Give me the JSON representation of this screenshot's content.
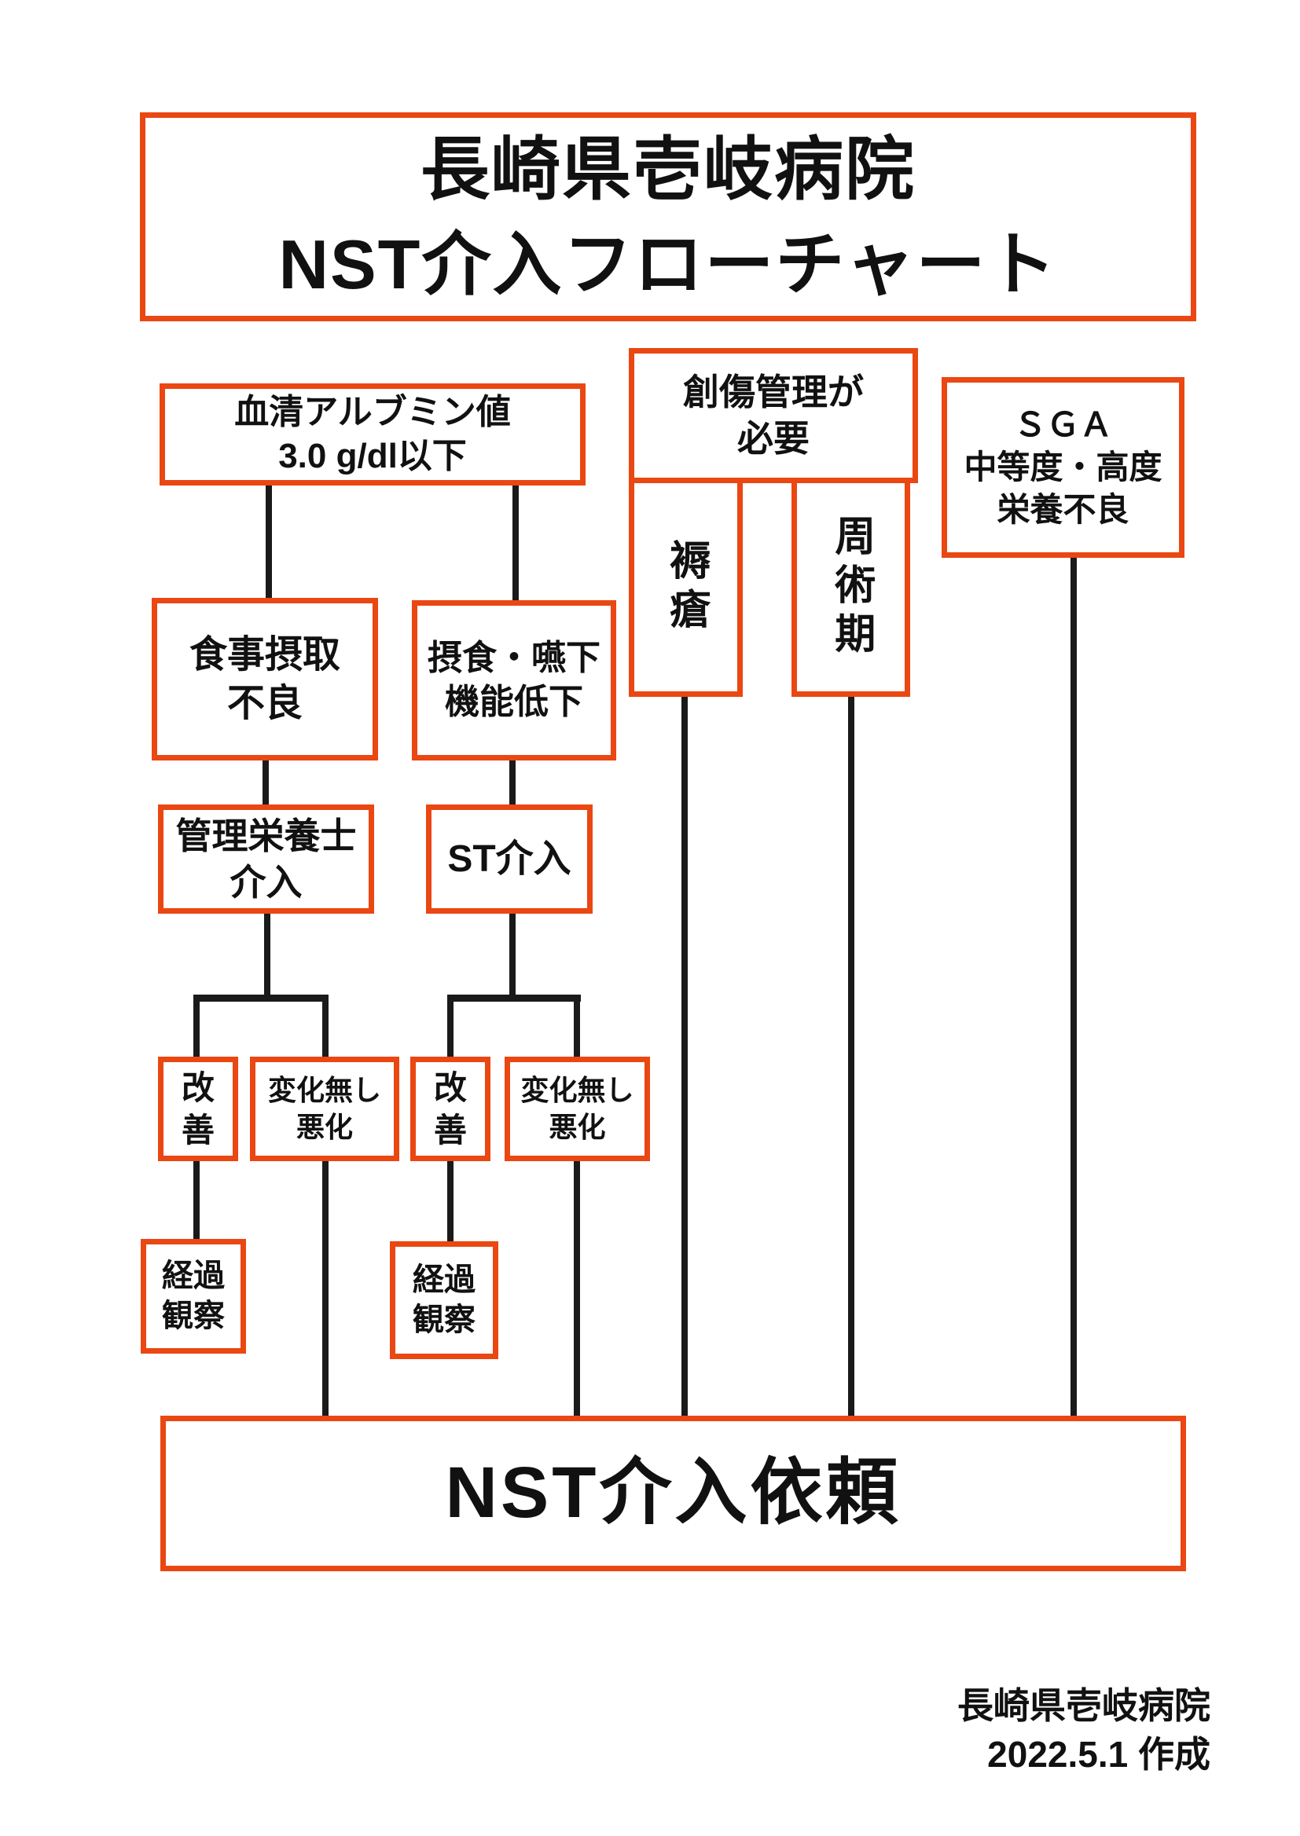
{
  "document": {
    "title": {
      "line1": "長崎県壱岐病院",
      "line2": "NST介入フローチャート"
    },
    "footer": {
      "line1": "長崎県壱岐病院",
      "line2": "2022.5.1 作成"
    }
  },
  "flowchart": {
    "entry_conditions": {
      "albumin": {
        "line1": "血清アルブミン値",
        "line2": "3.0 g/dl以下"
      },
      "wound": {
        "line1": "創傷管理が",
        "line2": "必要"
      },
      "wound_types": {
        "pressure_ulcer": "褥瘡",
        "perioperative": "周術期"
      },
      "sga": {
        "line1": "ＳＧＡ",
        "line2": "中等度・高度",
        "line3": "栄養不良"
      }
    },
    "causes": {
      "poor_intake": {
        "line1": "食事摂取",
        "line2": "不良"
      },
      "swallowing": {
        "line1": "摂食・嚥下",
        "line2": "機能低下"
      }
    },
    "interventions": {
      "dietitian": {
        "line1": "管理栄養士",
        "line2": "介入"
      },
      "speech_therapist": {
        "label": "ST介入"
      }
    },
    "outcomes": {
      "improved": {
        "line1": "改",
        "line2": "善"
      },
      "no_change": {
        "line1": "変化無し",
        "line2": "悪化"
      },
      "observation": {
        "line1": "経過",
        "line2": "観察"
      }
    },
    "final": {
      "label": "NST介入依頼"
    }
  },
  "colors": {
    "box_border": "#ea4712",
    "connector": "#1a1a1a",
    "text": "#111111",
    "background": "#ffffff"
  }
}
